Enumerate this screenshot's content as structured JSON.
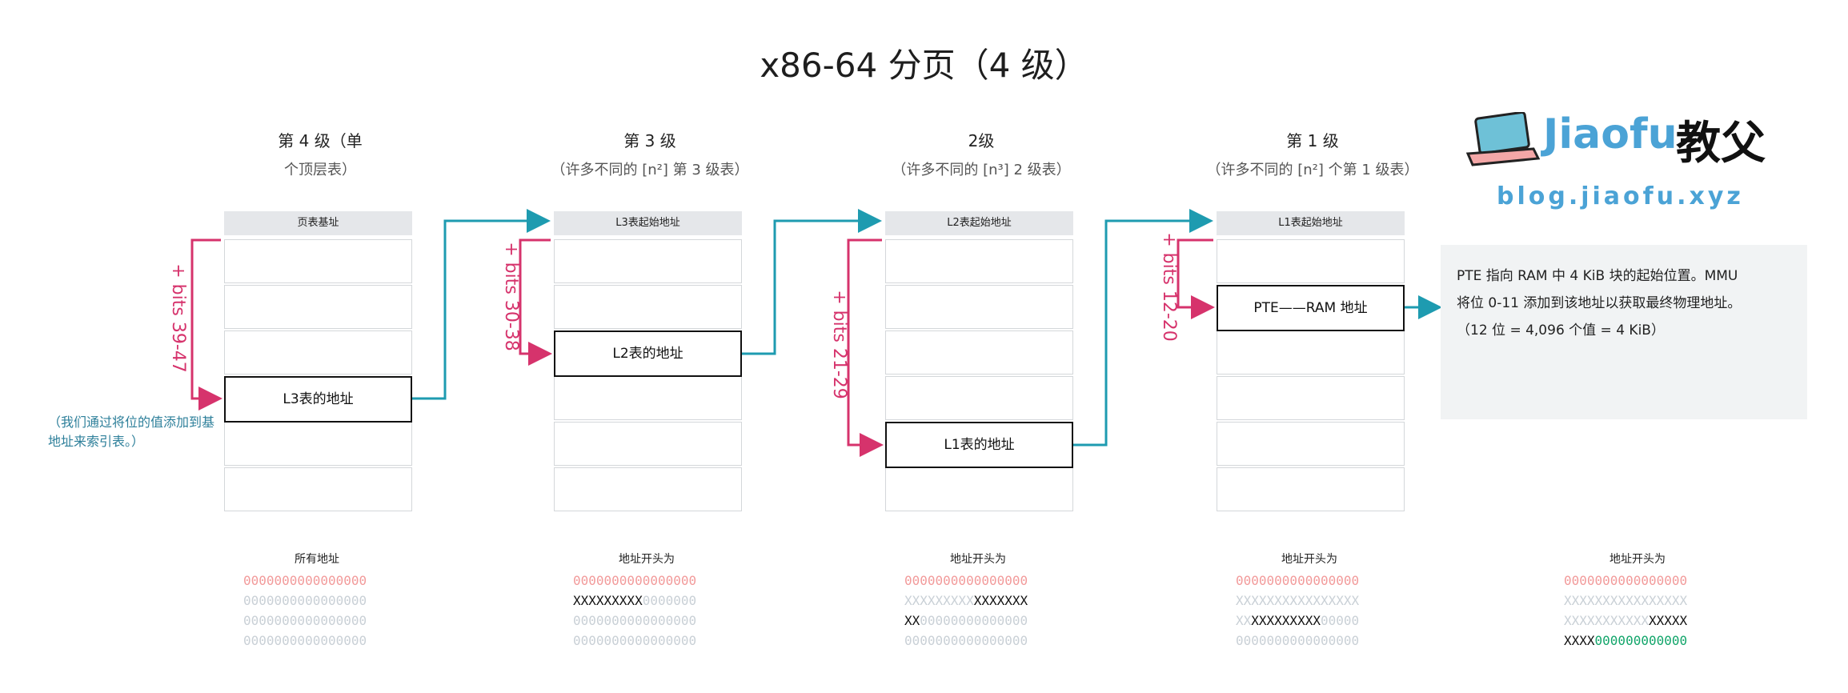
{
  "title": "x86-64 分页（4 级）",
  "levels": [
    {
      "title": "第 4 级（单",
      "subtitle": "个顶层表）",
      "header": "页表基址",
      "entry": "L3表的地址",
      "bits": "+ bits 39-47",
      "caption": "所有地址",
      "rows": [
        [
          {
            "t": "0000000000000000",
            "c": "pink"
          }
        ],
        [
          {
            "t": "0000000000000000",
            "c": "grey"
          }
        ],
        [
          {
            "t": "0000000000000000",
            "c": "grey"
          }
        ],
        [
          {
            "t": "0000000000000000",
            "c": "grey"
          }
        ]
      ]
    },
    {
      "title": "第 3 级",
      "subtitle": "（许多不同的 [n²] 第 3 级表）",
      "header": "L3表起始地址",
      "entry": "L2表的地址",
      "bits": "+ bits 30-38",
      "caption": "地址开头为",
      "rows": [
        [
          {
            "t": "0000000000000000",
            "c": "pink"
          }
        ],
        [
          {
            "t": "XXXXXXXXX",
            "c": "black"
          },
          {
            "t": "0000000",
            "c": "grey"
          }
        ],
        [
          {
            "t": "0000000000000000",
            "c": "grey"
          }
        ],
        [
          {
            "t": "0000000000000000",
            "c": "grey"
          }
        ]
      ]
    },
    {
      "title": "2级",
      "subtitle": "（许多不同的 [n³] 2 级表）",
      "header": "L2表起始地址",
      "entry": "L1表的地址",
      "bits": "+ bits 21-29",
      "caption": "地址开头为",
      "rows": [
        [
          {
            "t": "0000000000000000",
            "c": "pink"
          }
        ],
        [
          {
            "t": "XXXXXXXXX",
            "c": "grey"
          },
          {
            "t": "XXXXXXX",
            "c": "black"
          }
        ],
        [
          {
            "t": "XX",
            "c": "black"
          },
          {
            "t": "00000000000000",
            "c": "grey"
          }
        ],
        [
          {
            "t": "0000000000000000",
            "c": "grey"
          }
        ]
      ]
    },
    {
      "title": "第 1 级",
      "subtitle": "（许多不同的 [n²] 个第 1 级表）",
      "header": "L1表起始地址",
      "entry": "PTE——RAM 地址",
      "bits": "+ bits 12-20",
      "caption": "地址开头为",
      "rows": [
        [
          {
            "t": "0000000000000000",
            "c": "pink"
          }
        ],
        [
          {
            "t": "XXXXXXXXXXXXXXXX",
            "c": "grey"
          }
        ],
        [
          {
            "t": "XX",
            "c": "grey"
          },
          {
            "t": "XXXXXXXXX",
            "c": "black"
          },
          {
            "t": "00000",
            "c": "grey"
          }
        ],
        [
          {
            "t": "0000000000000000",
            "c": "grey"
          }
        ]
      ]
    },
    {
      "caption": "地址开头为",
      "rows": [
        [
          {
            "t": "0000000000000000",
            "c": "pink"
          }
        ],
        [
          {
            "t": "XXXXXXXXXXXXXXXX",
            "c": "grey"
          }
        ],
        [
          {
            "t": "XXXXXXXXXXX",
            "c": "grey"
          },
          {
            "t": "XXXXX",
            "c": "black"
          }
        ],
        [
          {
            "t": "XXXX",
            "c": "black"
          },
          {
            "t": "000000000000",
            "c": "green"
          }
        ]
      ]
    }
  ],
  "index_note": "（我们通过将位的值添加到基地址来索引表。）",
  "note": {
    "line1": "PTE 指向 RAM 中 4 KiB 块的起始位置。MMU",
    "line2": "将位 0-11 添加到该地址以获取最终物理地址。",
    "line3": "（12 位 = 4,096 个值 = 4 KiB）"
  },
  "logo": {
    "name": "Jiaofu",
    "cn": "教父",
    "url": "blog.jiaofu.xyz"
  },
  "colors": {
    "pink": "#d6336c",
    "teal": "#1e9bb0",
    "green": "#11a56a"
  }
}
